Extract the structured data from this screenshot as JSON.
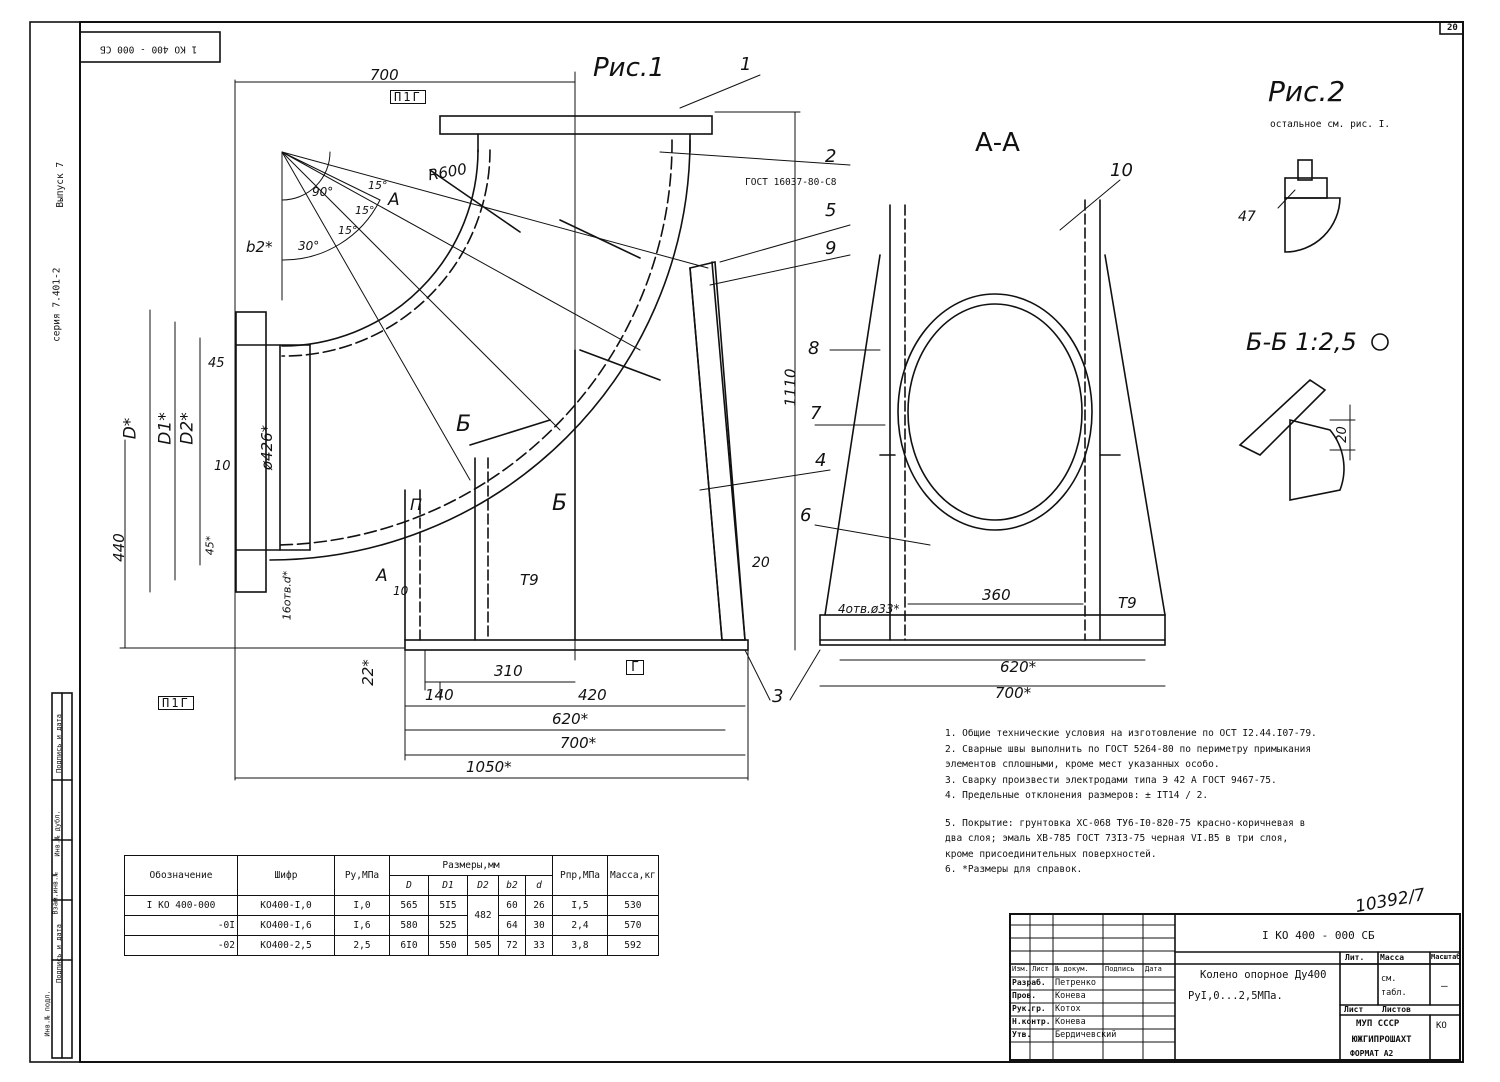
{
  "sheet": {
    "page_number": "20",
    "format": "ФОРМАТ А2",
    "drawing_number_handwritten": "10392/7"
  },
  "side_stamp": {
    "series": "серия 7.401-2",
    "issue": "Выпуск 7",
    "rotated_code": "1 КО 400 - 000 СБ",
    "left_labels": [
      "Инв.№ подл.",
      "Подпись и дата",
      "Взам.инв.№",
      "Инв.№ дубл.",
      "Подпись и дата"
    ]
  },
  "views": {
    "fig1_title": "Рис.1",
    "fig2_title": "Рис.2",
    "fig2_note": "остальное см. рис. I.",
    "section_aa": "А-А",
    "section_bb": "Б-Б 1:2,5",
    "gost_pipe": "ГОСТ 16037-80-С8"
  },
  "callouts": [
    "1",
    "2",
    "3",
    "4",
    "5",
    "6",
    "7",
    "8",
    "9",
    "10"
  ],
  "dimensions": {
    "d700_top": "700",
    "radius": "R600",
    "a90": "90°",
    "a30": "30°",
    "a15a": "15°",
    "a15b": "15°",
    "a15c": "15°",
    "d1110": "1110",
    "d440": "440",
    "d310": "310",
    "d420": "420",
    "d140": "140",
    "d620": "620*",
    "d700": "700*",
    "d1050": "1050*",
    "d22": "22*",
    "d360": "360",
    "d620b": "620*",
    "d700b": "700*",
    "hole": "4отв.ø33*",
    "d426": "ø426*",
    "d45": "45",
    "d10": "10",
    "d10b": "10",
    "d20": "20",
    "d20b": "20",
    "d47": "47",
    "t9a": "Т9",
    "t9b": "Т9",
    "D": "D*",
    "D1": "D1*",
    "D2": "D2*",
    "b2": "b2*",
    "holes_left": "16отв.d*",
    "mark_a": "А",
    "mark_b": "Б",
    "mark_b2": "Б",
    "mark_g": "Г",
    "mark_p": "П",
    "mark_a2": "А",
    "d45b": "45*",
    "datum1": "П1Г",
    "datum2": "П1Г"
  },
  "notes": [
    "1. Общие технические условия на изготовление по ОСТ I2.44.I07-79.",
    "2. Сварные швы выполнить по ГОСТ 5264-80 по периметру примыкания",
    "   элементов сплошными, кроме мест указанных особо.",
    "3. Сварку произвести электродами типа Э 42 А ГОСТ 9467-75.",
    "4. Предельные отклонения размеров: ± IT14 / 2.",
    "",
    "5. Покрытие: грунтовка ХС-068 ТУ6-I0-820-75 красно-коричневая в",
    "   два слоя; эмаль ХВ-785 ГОСТ 73I3-75 черная VI.В5 в три слоя,",
    "   кроме присоединительных поверхностей.",
    "6. *Размеры для справок."
  ],
  "spec_table": {
    "headers": {
      "designation": "Обозначение",
      "code": "Шифр",
      "py": "Ру,МПа",
      "sizes": "Размеры,мм",
      "D": "D",
      "D1": "D1",
      "D2": "D2",
      "b2": "b2",
      "d": "d",
      "ppr": "Рпр,МПа",
      "mass": "Масса,кг"
    },
    "rows": [
      {
        "designation": "I КО 400-000",
        "code": "КО400-I,0",
        "py": "I,0",
        "D": "565",
        "D1": "5I5",
        "D2": "482",
        "b2": "60",
        "d": "26",
        "ppr": "I,5",
        "mass": "530"
      },
      {
        "designation": "-0I",
        "code": "КО400-I,6",
        "py": "I,6",
        "D": "580",
        "D1": "525",
        "D2": "",
        "b2": "64",
        "d": "30",
        "ppr": "2,4",
        "mass": "570"
      },
      {
        "designation": "-02",
        "code": "КО400-2,5",
        "py": "2,5",
        "D": "6I0",
        "D1": "550",
        "D2": "505",
        "b2": "72",
        "d": "33",
        "ppr": "3,8",
        "mass": "592"
      }
    ]
  },
  "title_block": {
    "doc_code": "I КО 400 - 000 СБ",
    "name_line1": "Колено опорное Ду400",
    "name_line2": "РуI,0...2,5МПа.",
    "col_izm": "Изм.",
    "col_list": "Лист",
    "col_doc": "№ докум.",
    "col_sign": "Подпись",
    "col_date": "Дата",
    "roles": [
      "Разраб.",
      "Пров.",
      "Рук.гр.",
      "Н.контр.",
      "Утв."
    ],
    "people": [
      "Петренко",
      "Конева",
      "Котох",
      "Конева",
      "Бердичевский"
    ],
    "lit": "Лит.",
    "mass": "Масса",
    "scale": "Масштаб",
    "mass_val": "см. табл.",
    "scale_val": "–",
    "sheet": "Лист",
    "sheets": "Листов",
    "org1": "МУП СССР",
    "org2": "ЮЖГИПРОШАХТ",
    "ko": "КО"
  }
}
